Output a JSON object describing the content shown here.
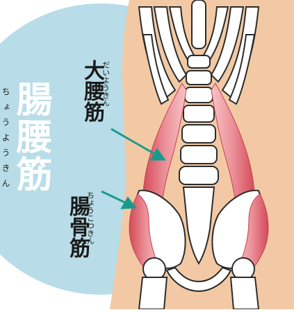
{
  "title": {
    "text": "腸腰筋",
    "ruby": "ちょうようきん"
  },
  "psoas": {
    "label": "大腰筋",
    "ruby": "だいようきん"
  },
  "iliacus": {
    "label": "腸骨筋",
    "ruby": "ちょうこつきん"
  },
  "colors": {
    "circle": "#b8dde8",
    "skin": "#f2c9a4",
    "bone": "#ffffff",
    "bone_outline": "#2b2b2b",
    "muscle": "#e8848c",
    "muscle_dark": "#d2525e",
    "arrow": "#1a9a8c"
  }
}
